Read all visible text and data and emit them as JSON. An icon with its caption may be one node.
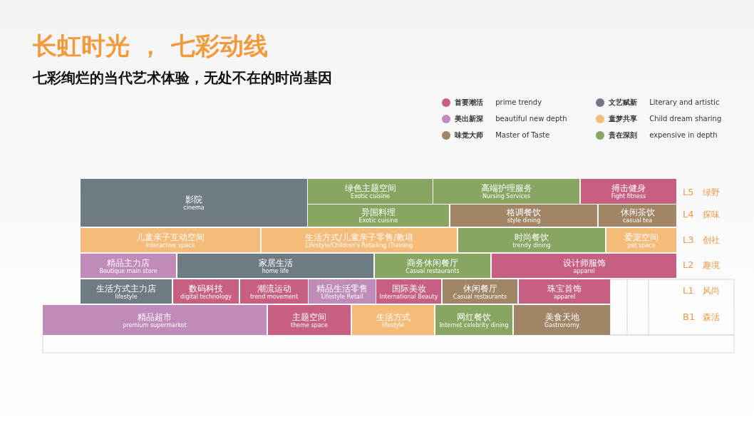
{
  "diagram": {
    "title": "长虹时光 ， 七彩动线",
    "nodes": [
      {
        "text": [
          "影院",
          "cinema"
        ]
      },
      {
        "text": [
          "绿色主题空间",
          "Exotic cuisine"
        ]
      },
      {
        "text": [
          "高端护理服务",
          "Nursing Services"
        ]
      },
      {
        "text": [
          "搏击健身",
          "Fight fitness"
        ]
      },
      {
        "text": [
          "异国料理",
          "Exotic cuisine"
        ]
      },
      {
        "text": [
          "格调餐饮",
          "style dining"
        ]
      },
      {
        "text": [
          "休闲茶饮",
          "casual tea"
        ]
      },
      {
        "text": [
          "儿童亲子互动空间",
          "Interactive space"
        ]
      },
      {
        "text": [
          "生活方式/儿童亲子零售/教培",
          "Lifestyle/Children's Retailing /Training"
        ]
      },
      {
        "text": [
          "时尚餐饮",
          "trendy dining"
        ]
      },
      {
        "text": [
          "爱宠空间",
          "pet space"
        ]
      },
      {
        "text": [
          "精品主力店",
          "Boutique main store"
        ]
      },
      {
        "text": [
          "家居生活",
          "home life"
        ]
      },
      {
        "text": [
          "商务休闲餐厅",
          "Casual restaurants"
        ]
      },
      {
        "text": [
          "设计师服饰",
          "apparel"
        ]
      },
      {
        "text": [
          "生活方式主力店",
          "lifestyle"
        ]
      },
      {
        "text": [
          "数码科技",
          "digital technology"
        ]
      },
      {
        "text": [
          "潮流运动",
          "trend movement"
        ]
      },
      {
        "text": [
          "精品生活零售",
          "Lifestyle Retail"
        ]
      },
      {
        "text": [
          "国际美妆",
          "International Beauty"
        ]
      },
      {
        "text": [
          "休闲餐厅",
          "Casual restaurants"
        ]
      },
      {
        "text": [
          "珠宝首饰",
          "apparel"
        ]
      },
      {
        "text": [
          "精品超市",
          "premium supermarket"
        ]
      },
      {
        "text": [
          "主题空间",
          "theme space"
        ]
      },
      {
        "text": [
          "生活方式",
          "lifestyle"
        ]
      },
      {
        "text": [
          "网红餐饮",
          "Internet celebrity dining"
        ]
      },
      {
        "text": [
          "美食天地",
          "Gastronomy"
        ]
      }
    ],
    "labels": [
      "七彩绚烂的当代艺术体验，无处不在的时尚基因",
      "L5",
      "绿野",
      "L4",
      "探味",
      "L3",
      "创社",
      "L2",
      "趣境",
      "L1",
      "风尚",
      "B1",
      "森活"
    ],
    "legend": [
      {
        "text": "**首要潮活** prime trendy",
        "color": "#c65f82"
      },
      {
        "text": "**文艺赋新** Literary and artistic",
        "color": "#6e7b83"
      },
      {
        "text": "**美出新深** beautiful new depth",
        "color": "#c08ab9"
      },
      {
        "text": "**童梦共享** Child dream sharing",
        "color": "#f5bb78"
      },
      {
        "text": "**味觉大师** Master of Taste",
        "color": "#a08566"
      },
      {
        "text": "**贵在深刻** expensive in depth",
        "color": "#88a662"
      }
    ]
  }
}
